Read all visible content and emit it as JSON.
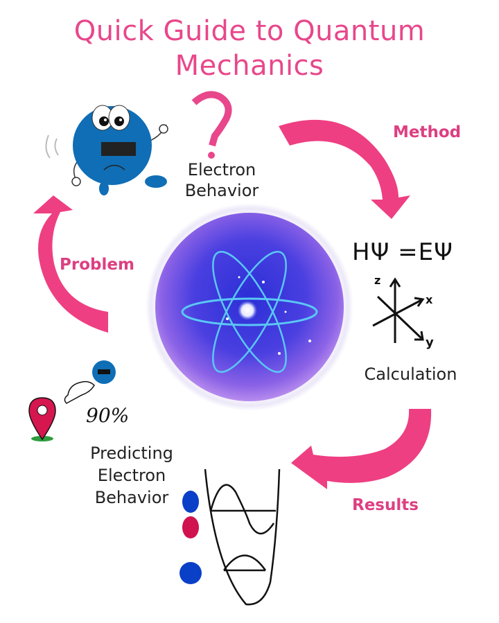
{
  "title": {
    "line1": "Quick Guide to Quantum",
    "line2": "Mechanics"
  },
  "nodes": {
    "top": {
      "line1": "Electron",
      "line2": "Behavior",
      "icon": "question-mark-icon"
    },
    "right": {
      "label": "Calculation",
      "equation": "HΨ =EΨ",
      "axes": {
        "z": "z",
        "x": "x",
        "y": "y"
      }
    },
    "bottom_left": {
      "line1": "Predicting",
      "line2": "Electron",
      "line3": "Behavior",
      "percent": "90%"
    },
    "center": {
      "icon": "atom-icon"
    }
  },
  "steps": [
    {
      "label": "Method"
    },
    {
      "label": "Results"
    },
    {
      "label": "Problem"
    }
  ],
  "colors": {
    "accent": "#e8478b",
    "arrow": "#ee3f82",
    "electron_blue": "#0f6eb5",
    "sphere": "#6a4fe0",
    "orbit": "#5bc8f5",
    "pin": "#d6164f"
  }
}
